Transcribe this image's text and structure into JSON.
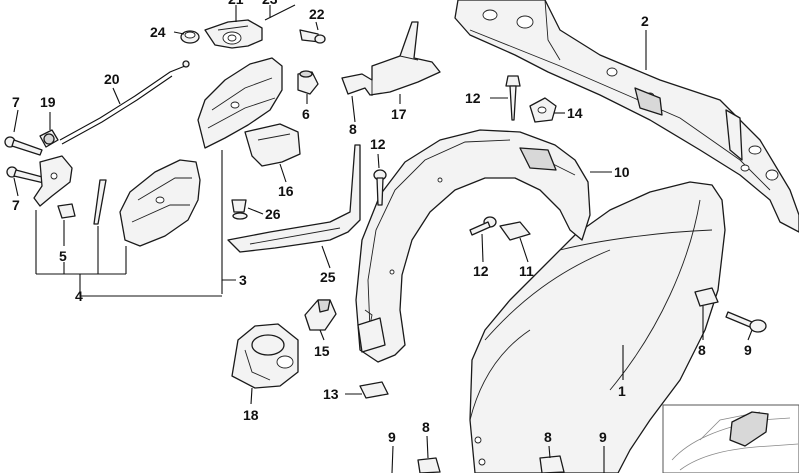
{
  "diagram": {
    "callouts": [
      {
        "id": "p24",
        "label": "24"
      },
      {
        "id": "p21",
        "label": "21"
      },
      {
        "id": "p23",
        "label": "23"
      },
      {
        "id": "p22",
        "label": "22"
      },
      {
        "id": "p20",
        "label": "20"
      },
      {
        "id": "p7a",
        "label": "7"
      },
      {
        "id": "p19",
        "label": "19"
      },
      {
        "id": "p6",
        "label": "6"
      },
      {
        "id": "p12a",
        "label": "12"
      },
      {
        "id": "p14",
        "label": "14"
      },
      {
        "id": "p17",
        "label": "17"
      },
      {
        "id": "p8a",
        "label": "8"
      },
      {
        "id": "p12b",
        "label": "12"
      },
      {
        "id": "p10",
        "label": "10"
      },
      {
        "id": "p2",
        "label": "2"
      },
      {
        "id": "p16",
        "label": "16"
      },
      {
        "id": "p7b",
        "label": "7"
      },
      {
        "id": "p26",
        "label": "26"
      },
      {
        "id": "p5",
        "label": "5"
      },
      {
        "id": "p25",
        "label": "25"
      },
      {
        "id": "p12c",
        "label": "12"
      },
      {
        "id": "p11",
        "label": "11"
      },
      {
        "id": "p3",
        "label": "3"
      },
      {
        "id": "p4",
        "label": "4"
      },
      {
        "id": "p15",
        "label": "15"
      },
      {
        "id": "p8b",
        "label": "8"
      },
      {
        "id": "p9a",
        "label": "9"
      },
      {
        "id": "p13",
        "label": "13"
      },
      {
        "id": "p1",
        "label": "1"
      },
      {
        "id": "p18",
        "label": "18"
      },
      {
        "id": "p9b",
        "label": "9"
      },
      {
        "id": "p8c",
        "label": "8"
      },
      {
        "id": "p8d",
        "label": "8"
      },
      {
        "id": "p9c",
        "label": "9"
      }
    ]
  }
}
